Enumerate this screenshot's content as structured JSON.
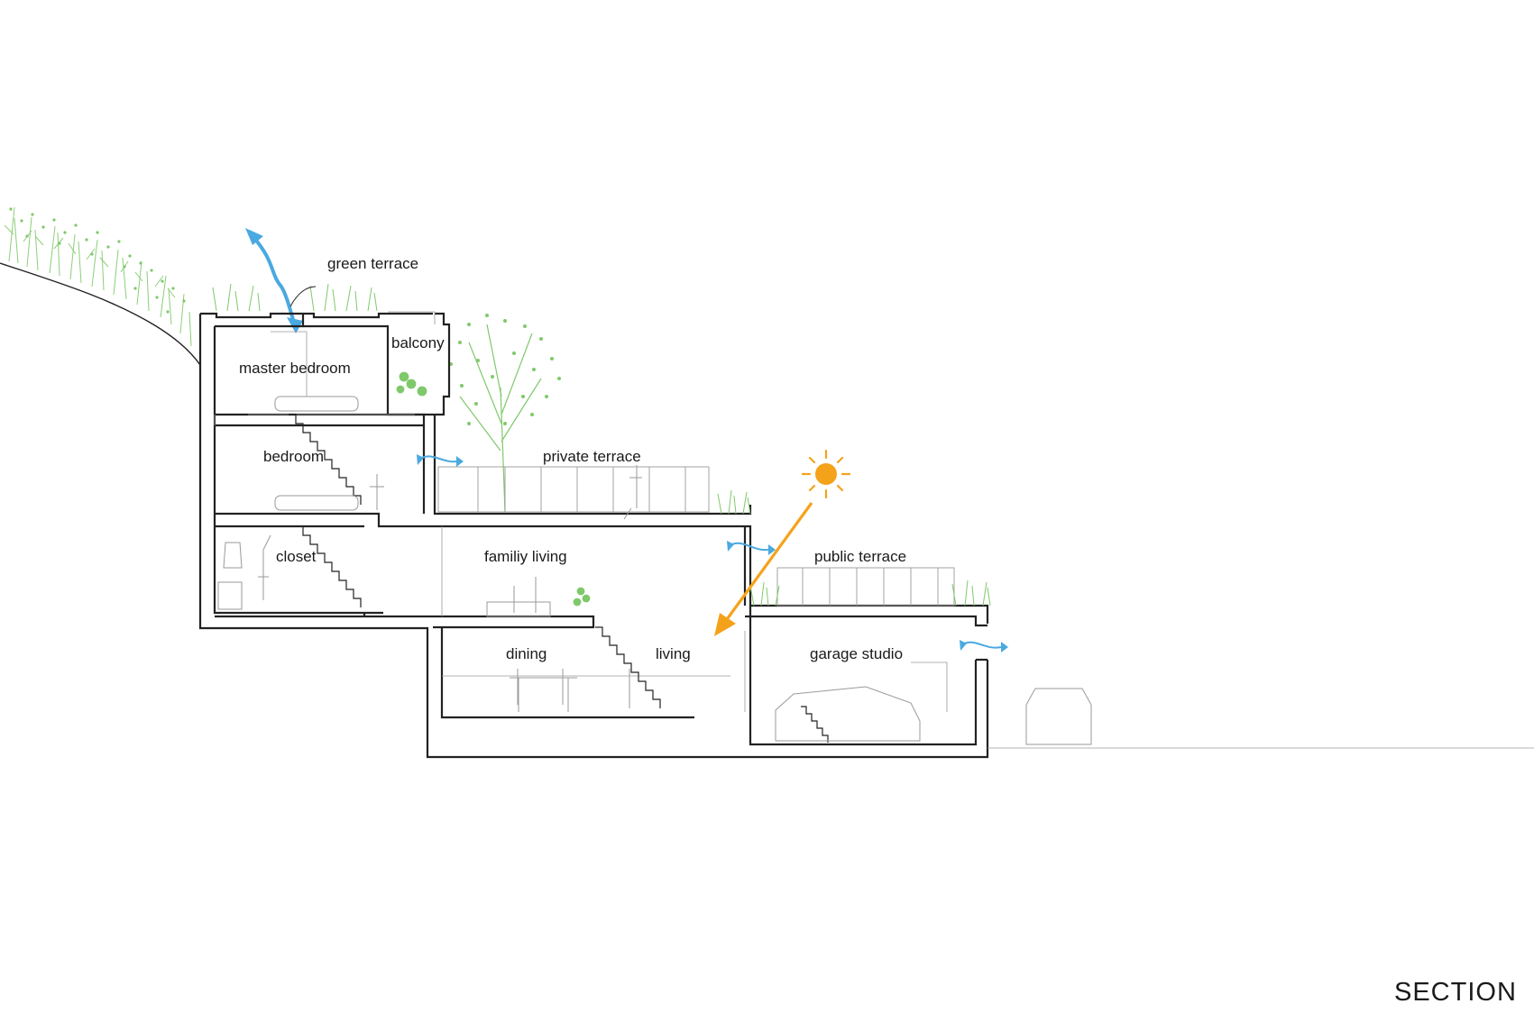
{
  "diagram": {
    "title": "SECTION",
    "labels": {
      "green_terrace": "green terrace",
      "balcony": "balcony",
      "master_bedroom": "master bedroom",
      "bedroom": "bedroom",
      "private_terrace": "private terrace",
      "closet": "closet",
      "family_living": "familiy living",
      "public_terrace": "public terrace",
      "dining": "dining",
      "living": "living",
      "garage_studio": "garage studio"
    },
    "colors": {
      "wall": "#222222",
      "thin_line": "#9a9a9a",
      "airflow": "#4aa9e0",
      "sun": "#f5a21b",
      "vegetation": "#7fc96a"
    },
    "icons": [
      "sun-icon",
      "sunlight-arrow-icon",
      "airflow-arrow-icon",
      "car-icon",
      "tree-icon",
      "plant-icon",
      "person-icon"
    ]
  }
}
